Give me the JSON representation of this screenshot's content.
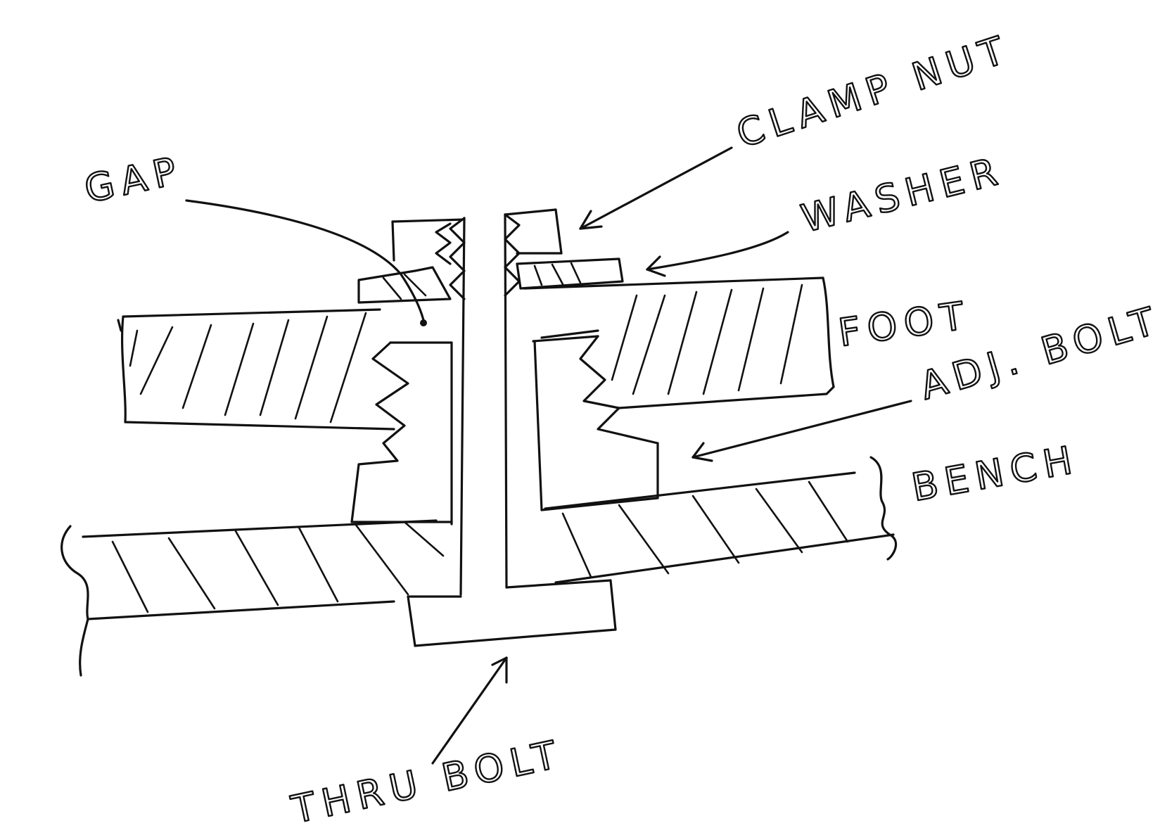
{
  "diagram": {
    "labels": {
      "gap": "GAP",
      "clamp_nut": "CLAMP NUT",
      "washer": "WASHER",
      "foot": "FOOT",
      "adj_bolt": "ADJ. BOLT",
      "bench": "BENCH",
      "thru_bolt": "THRU BOLT"
    },
    "ink_color": "#111111",
    "background_color": "#ffffff"
  }
}
